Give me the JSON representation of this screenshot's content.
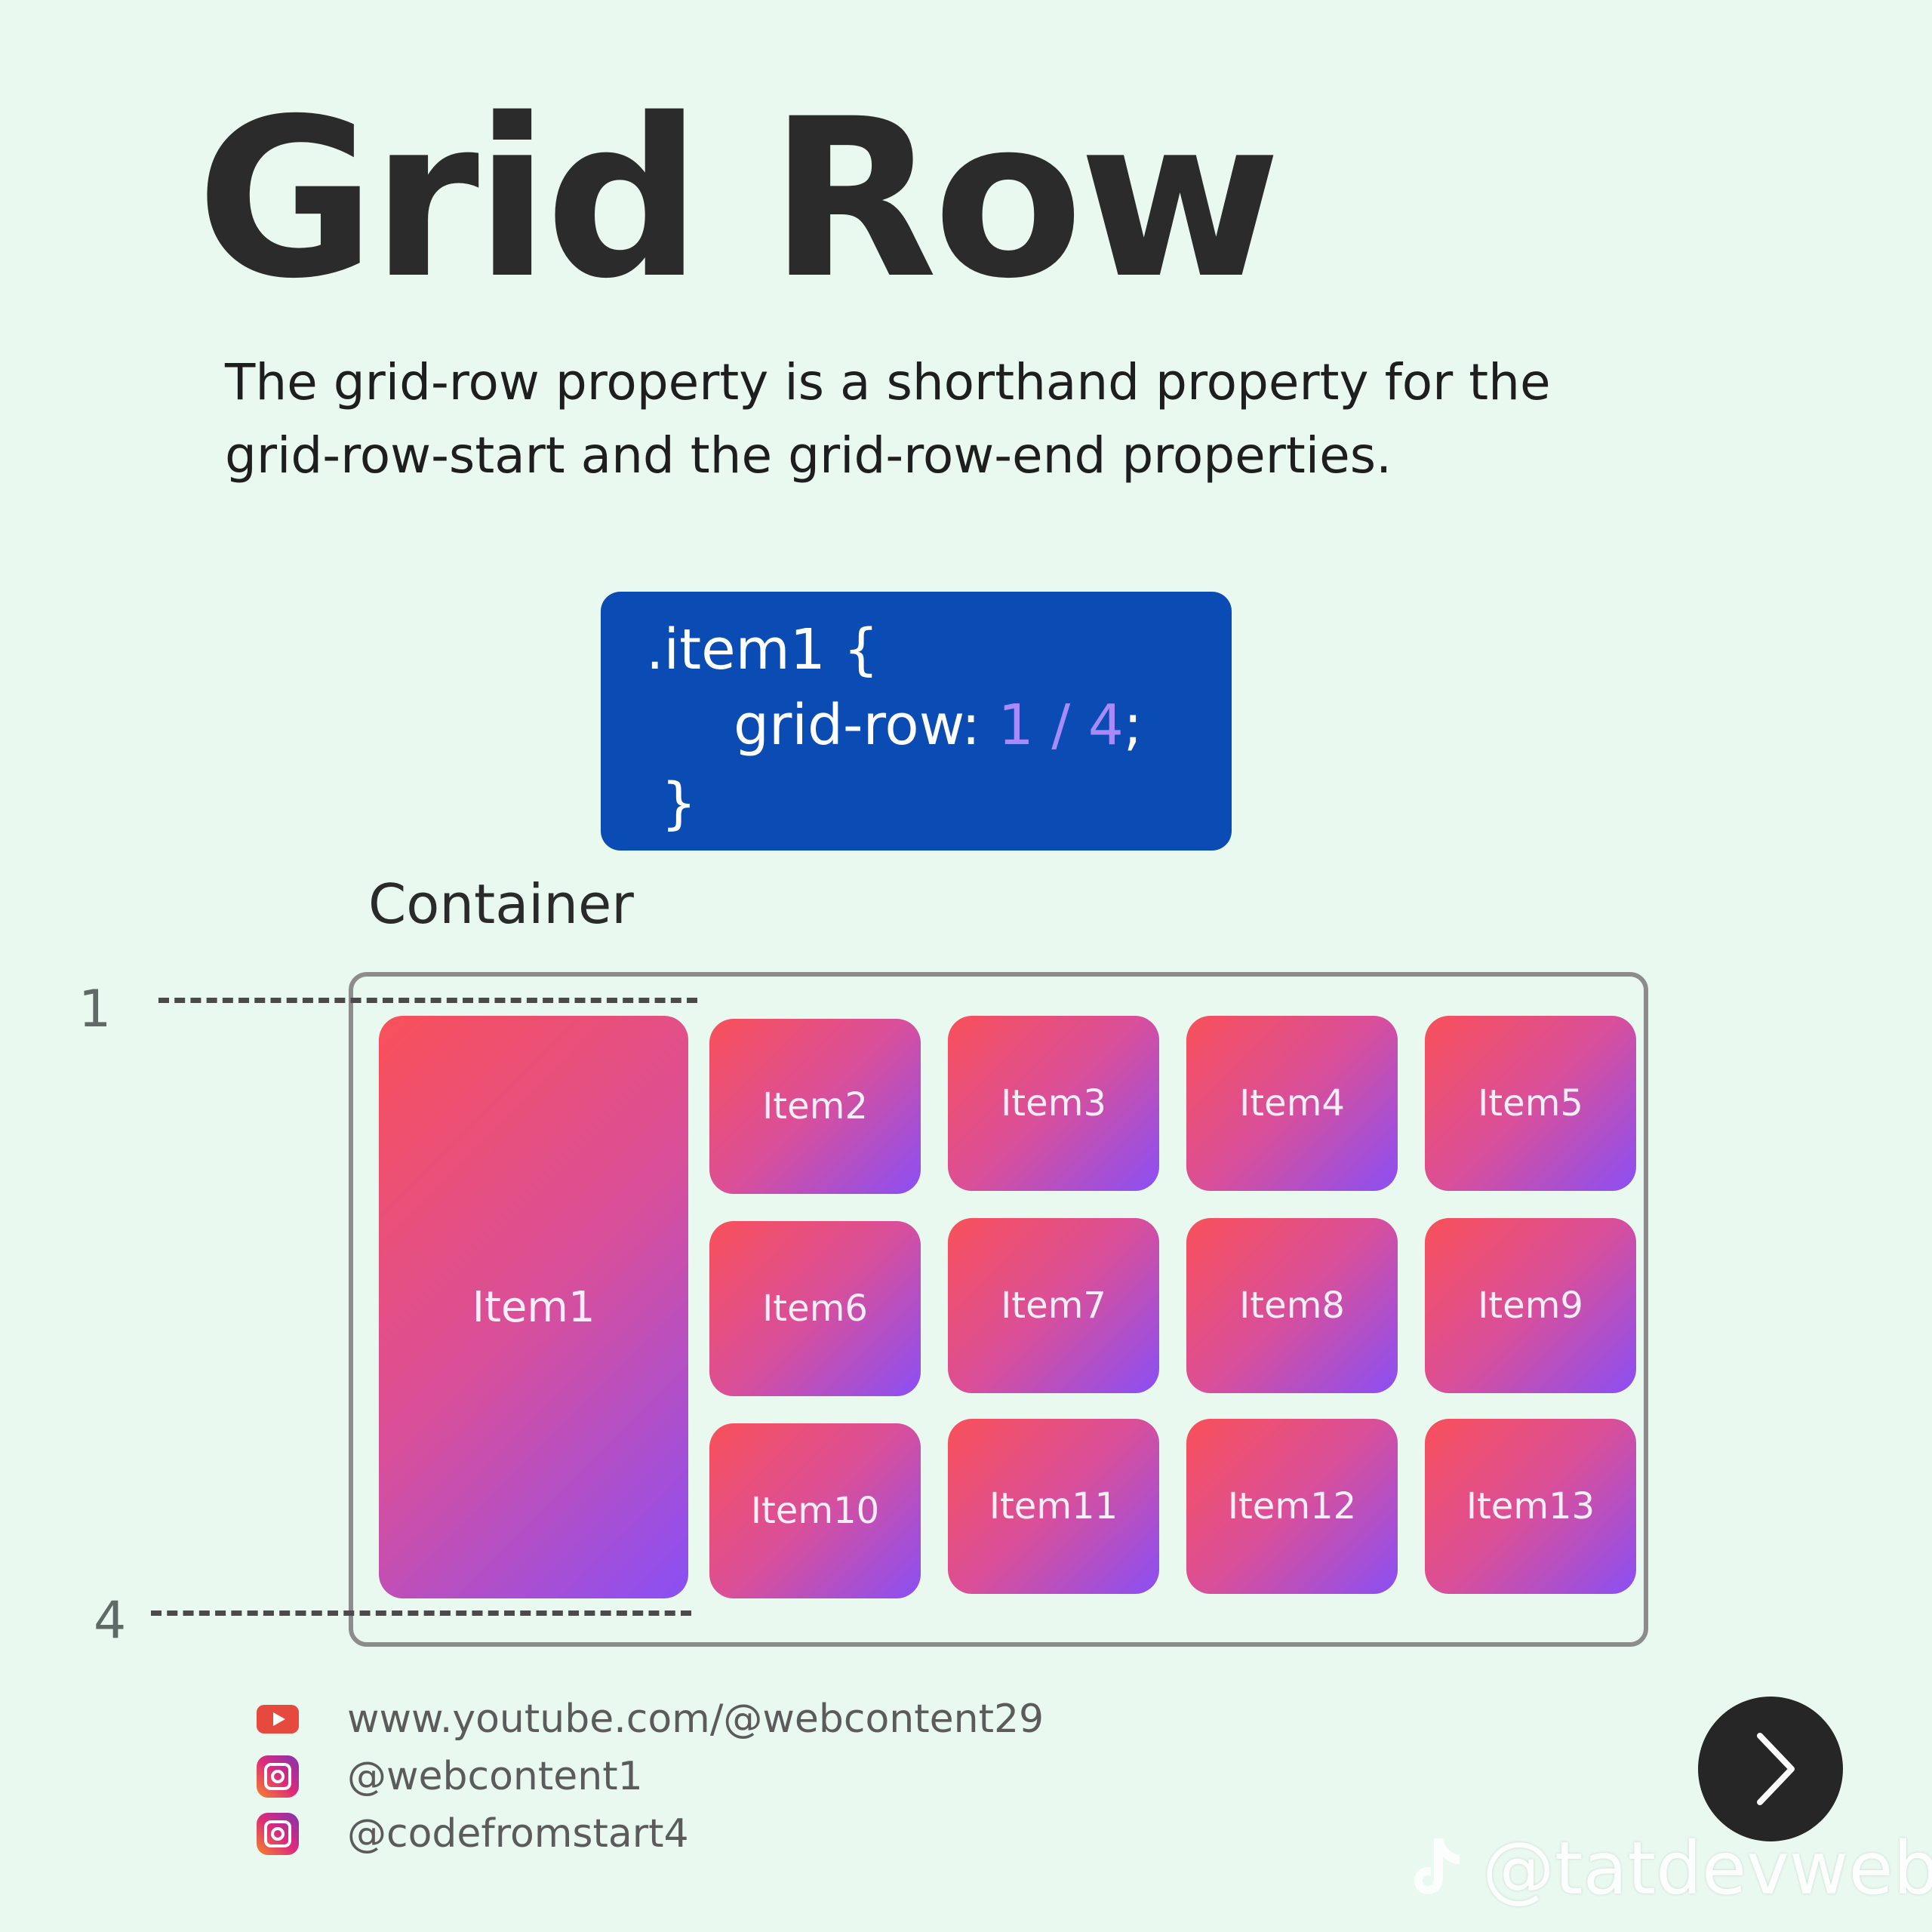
{
  "title": "Grid Row",
  "description": "The grid-row property is a shorthand property for the grid-row-start and the grid-row-end properties.",
  "code": {
    "selector": ".item1 {",
    "property": "grid-row: ",
    "value": "1 / 4",
    "semicolon": ";",
    "close": "}"
  },
  "container_label": "Container",
  "line_labels": {
    "start": "1",
    "end": "4"
  },
  "items": [
    "Item1",
    "Item2",
    "Item3",
    "Item4",
    "Item5",
    "Item6",
    "Item7",
    "Item8",
    "Item9",
    "Item10",
    "Item11",
    "Item12",
    "Item13"
  ],
  "footer": {
    "youtube": "www.youtube.com/@webcontent29",
    "instagram_1": "@webcontent1",
    "instagram_2": "@codefromstart4",
    "youtube_icon": "youtube-icon",
    "instagram_icon": "instagram-icon"
  },
  "next_icon": "chevron-right-icon",
  "watermark": "@tatdevweb",
  "colors": {
    "background": "#e9f9ef",
    "code_box": "#0a4cb4",
    "code_value": "#a78bfa",
    "item_gradient_start": "#f9505a",
    "item_gradient_end": "#8a4ff5",
    "container_border": "#8c8c8c",
    "next_button": "#262626"
  }
}
